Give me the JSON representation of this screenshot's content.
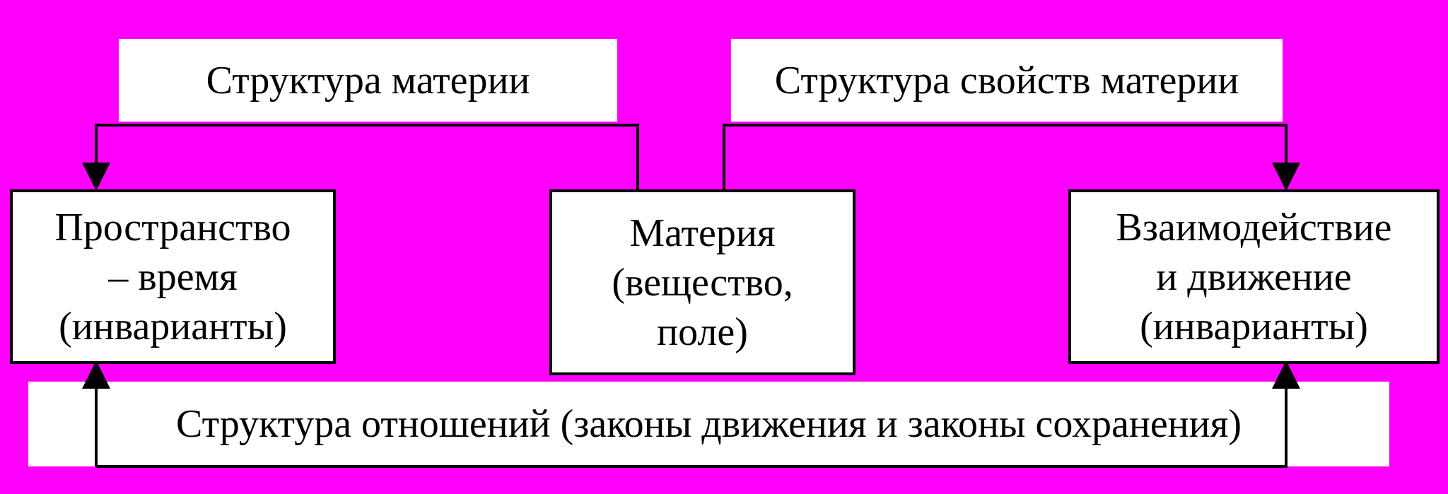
{
  "colors": {
    "background": "#ff00ff",
    "box": "#ffffff",
    "line": "#000000"
  },
  "labels": {
    "matter_structure": "Структура материи",
    "properties_structure": "Структура свойств материи",
    "relations_structure": "Структура отношений (законы движения и законы сохранения)"
  },
  "nodes": {
    "spacetime": {
      "line1": "Пространство",
      "line2": "– время",
      "line3": "(инварианты)"
    },
    "matter": {
      "line1": "Материя",
      "line2": "(вещество,",
      "line3": "поле)"
    },
    "interaction": {
      "line1": "Взаимодействие",
      "line2": "и движение",
      "line3": "(инварианты)"
    }
  }
}
